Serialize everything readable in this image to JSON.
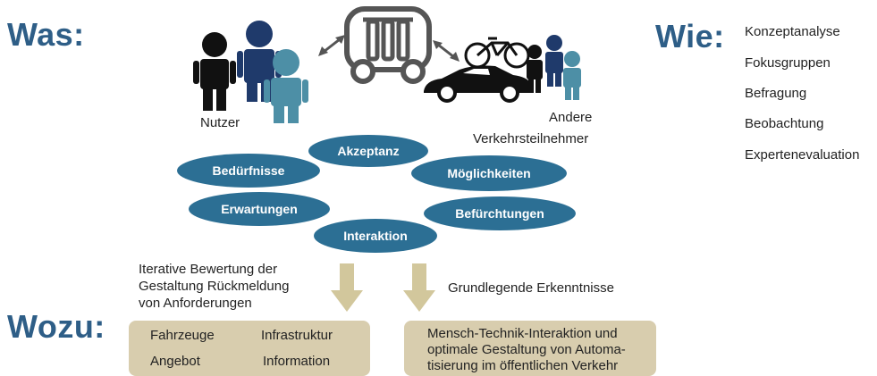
{
  "headings": {
    "was": "Was:",
    "wie": "Wie:",
    "wozu": "Wozu:"
  },
  "methods": [
    "Konzeptanalyse",
    "Fokusgruppen",
    "Befragung",
    "Beobachtung",
    "Expertenevaluation"
  ],
  "groups": {
    "users": "Nutzer",
    "others_line1": "Andere",
    "others_line2": "Verkehrsteilnehmer"
  },
  "topics": [
    "Akzeptanz",
    "Bedürfnisse",
    "Möglichkeiten",
    "Erwartungen",
    "Befürchtungen",
    "Interaktion"
  ],
  "outcomes": {
    "left_caption": [
      "Iterative Bewertung der",
      "Gestaltung Rückmeldung",
      "von Anforderungen"
    ],
    "right_caption": "Grundlegende Erkenntnisse",
    "left_box": [
      "Fahrzeuge",
      "Infrastruktur",
      "Angebot",
      "Information"
    ],
    "right_box": [
      "Mensch-Technik-Interaktion und",
      "optimale Gestaltung von Automa-",
      "tisierung im öffentlichen Verkehr"
    ]
  },
  "colors": {
    "heading": "#2e5e87",
    "ellipse": "#2c6f94",
    "box": "#d8cdae",
    "arrow": "#d2c79c",
    "person_dark": "#111111",
    "person_navy": "#1f3a6b",
    "person_teal": "#4d8fa6",
    "vehicle_outline": "#555555"
  }
}
